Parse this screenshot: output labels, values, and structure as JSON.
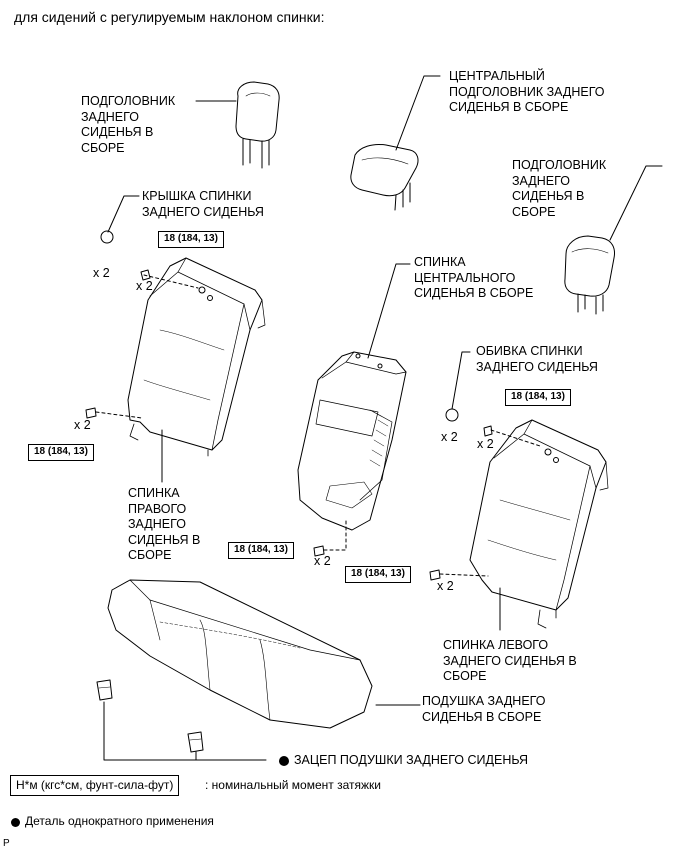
{
  "heading": "для сидений с регулируемым наклоном спинки:",
  "labels": {
    "headrest_right": "ПОДГОЛОВНИК\nЗАДНЕГО\nСИДЕНЬЯ В\nСБОРЕ",
    "headrest_center": "ЦЕНТРАЛЬНЫЙ\nПОДГОЛОВНИК ЗАДНЕГО\nСИДЕНЬЯ В СБОРЕ",
    "headrest_left": "ПОДГОЛОВНИК\nЗАДНЕГО\nСИДЕНЬЯ В\nСБОРЕ",
    "cover_back": "КРЫШКА СПИНКИ\nЗАДНЕГО СИДЕНЬЯ",
    "back_center": "СПИНКА\nЦЕНТРАЛЬНОГО\nСИДЕНЬЯ В СБОРЕ",
    "trim_back": "ОБИВКА СПИНКИ\nЗАДНЕГО СИДЕНЬЯ",
    "back_right": "СПИНКА\nПРАВОГО\nЗАДНЕГО\nСИДЕНЬЯ В\nСБОРЕ",
    "back_left": "СПИНКА ЛЕВОГО\nЗАДНЕГО СИДЕНЬЯ В\nСБОРЕ",
    "cushion": "ПОДУШКА ЗАДНЕГО\nСИДЕНЬЯ В СБОРЕ",
    "hook": "ЗАЦЕП ПОДУШКИ ЗАДНЕГО СИДЕНЬЯ"
  },
  "torque": "18 (184, 13)",
  "qty": "x 2",
  "legend": {
    "unit_box": "Н*м (кгс*см, фунт-сила-фут)",
    "unit_text": ": номинальный момент затяжки",
    "single_use": "Деталь однократного применения"
  },
  "corner_mark": "P"
}
